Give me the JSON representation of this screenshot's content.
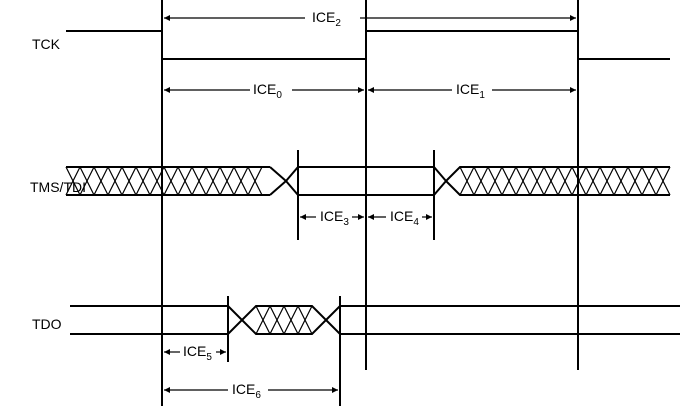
{
  "signals": {
    "tck": "TCK",
    "tms_tdi": "TMS/TDI",
    "tdo": "TDO"
  },
  "timings": {
    "ice0": {
      "base": "ICE",
      "sub": "0"
    },
    "ice1": {
      "base": "ICE",
      "sub": "1"
    },
    "ice2": {
      "base": "ICE",
      "sub": "2"
    },
    "ice3": {
      "base": "ICE",
      "sub": "3"
    },
    "ice4": {
      "base": "ICE",
      "sub": "4"
    },
    "ice5": {
      "base": "ICE",
      "sub": "5"
    },
    "ice6": {
      "base": "ICE",
      "sub": "6"
    }
  }
}
